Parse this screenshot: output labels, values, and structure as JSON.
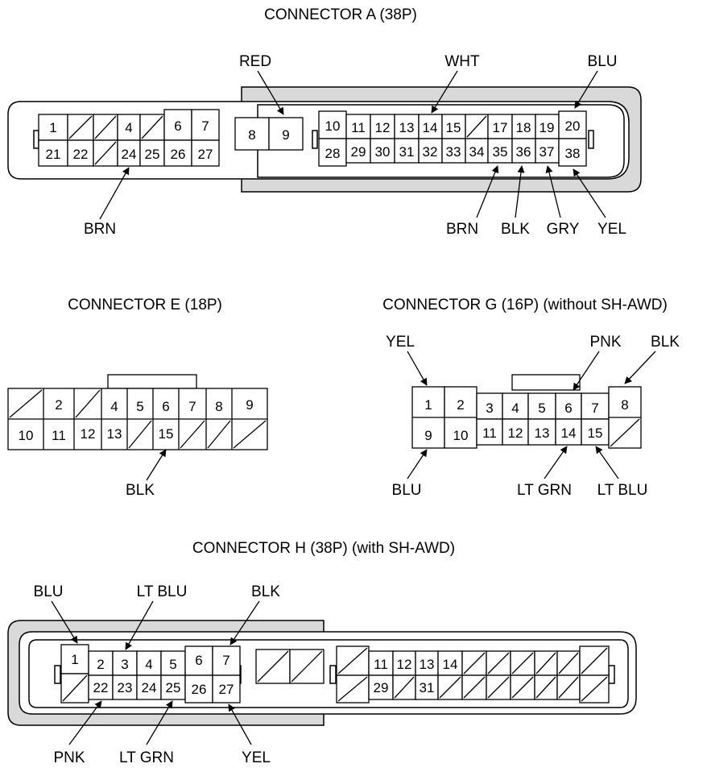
{
  "connectors": {
    "a": {
      "title": "CONNECTOR A (38P)",
      "pins": {
        "p1": "1",
        "p4": "4",
        "p6": "6",
        "p7": "7",
        "p8": "8",
        "p9": "9",
        "p10": "10",
        "p11": "11",
        "p12": "12",
        "p13": "13",
        "p14": "14",
        "p15": "15",
        "p17": "17",
        "p18": "18",
        "p19": "19",
        "p20": "20",
        "p21": "21",
        "p22": "22",
        "p24": "24",
        "p25": "25",
        "p26": "26",
        "p27": "27",
        "p28": "28",
        "p29": "29",
        "p30": "30",
        "p31": "31",
        "p32": "32",
        "p33": "33",
        "p34": "34",
        "p35": "35",
        "p36": "36",
        "p37": "37",
        "p38": "38"
      },
      "wires": {
        "red": "RED",
        "wht": "WHT",
        "blu": "BLU",
        "brn_left": "BRN",
        "brn": "BRN",
        "blk": "BLK",
        "gry": "GRY",
        "yel": "YEL"
      }
    },
    "e": {
      "title": "CONNECTOR E (18P)",
      "pins": {
        "p2": "2",
        "p4": "4",
        "p5": "5",
        "p6": "6",
        "p7": "7",
        "p8": "8",
        "p9": "9",
        "p10": "10",
        "p11": "11",
        "p12": "12",
        "p13": "13",
        "p15": "15"
      },
      "wires": {
        "blk": "BLK"
      }
    },
    "g": {
      "title": "CONNECTOR G (16P) (without SH-AWD)",
      "pins": {
        "p1": "1",
        "p2": "2",
        "p3": "3",
        "p4": "4",
        "p5": "5",
        "p6": "6",
        "p7": "7",
        "p8": "8",
        "p9": "9",
        "p10": "10",
        "p11": "11",
        "p12": "12",
        "p13": "13",
        "p14": "14",
        "p15": "15"
      },
      "wires": {
        "yel": "YEL",
        "pnk": "PNK",
        "blk": "BLK",
        "blu": "BLU",
        "lt_grn": "LT GRN",
        "lt_blu": "LT BLU"
      }
    },
    "h": {
      "title": "CONNECTOR H (38P) (with SH-AWD)",
      "pins": {
        "p1": "1",
        "p2": "2",
        "p3": "3",
        "p4": "4",
        "p5": "5",
        "p6": "6",
        "p7": "7",
        "p11": "11",
        "p12": "12",
        "p13": "13",
        "p14": "14",
        "p22": "22",
        "p23": "23",
        "p24": "24",
        "p25": "25",
        "p26": "26",
        "p27": "27",
        "p29": "29",
        "p31": "31"
      },
      "wires": {
        "blu": "BLU",
        "lt_blu": "LT BLU",
        "blk": "BLK",
        "pnk": "PNK",
        "lt_grn": "LT GRN",
        "yel": "YEL"
      }
    }
  }
}
